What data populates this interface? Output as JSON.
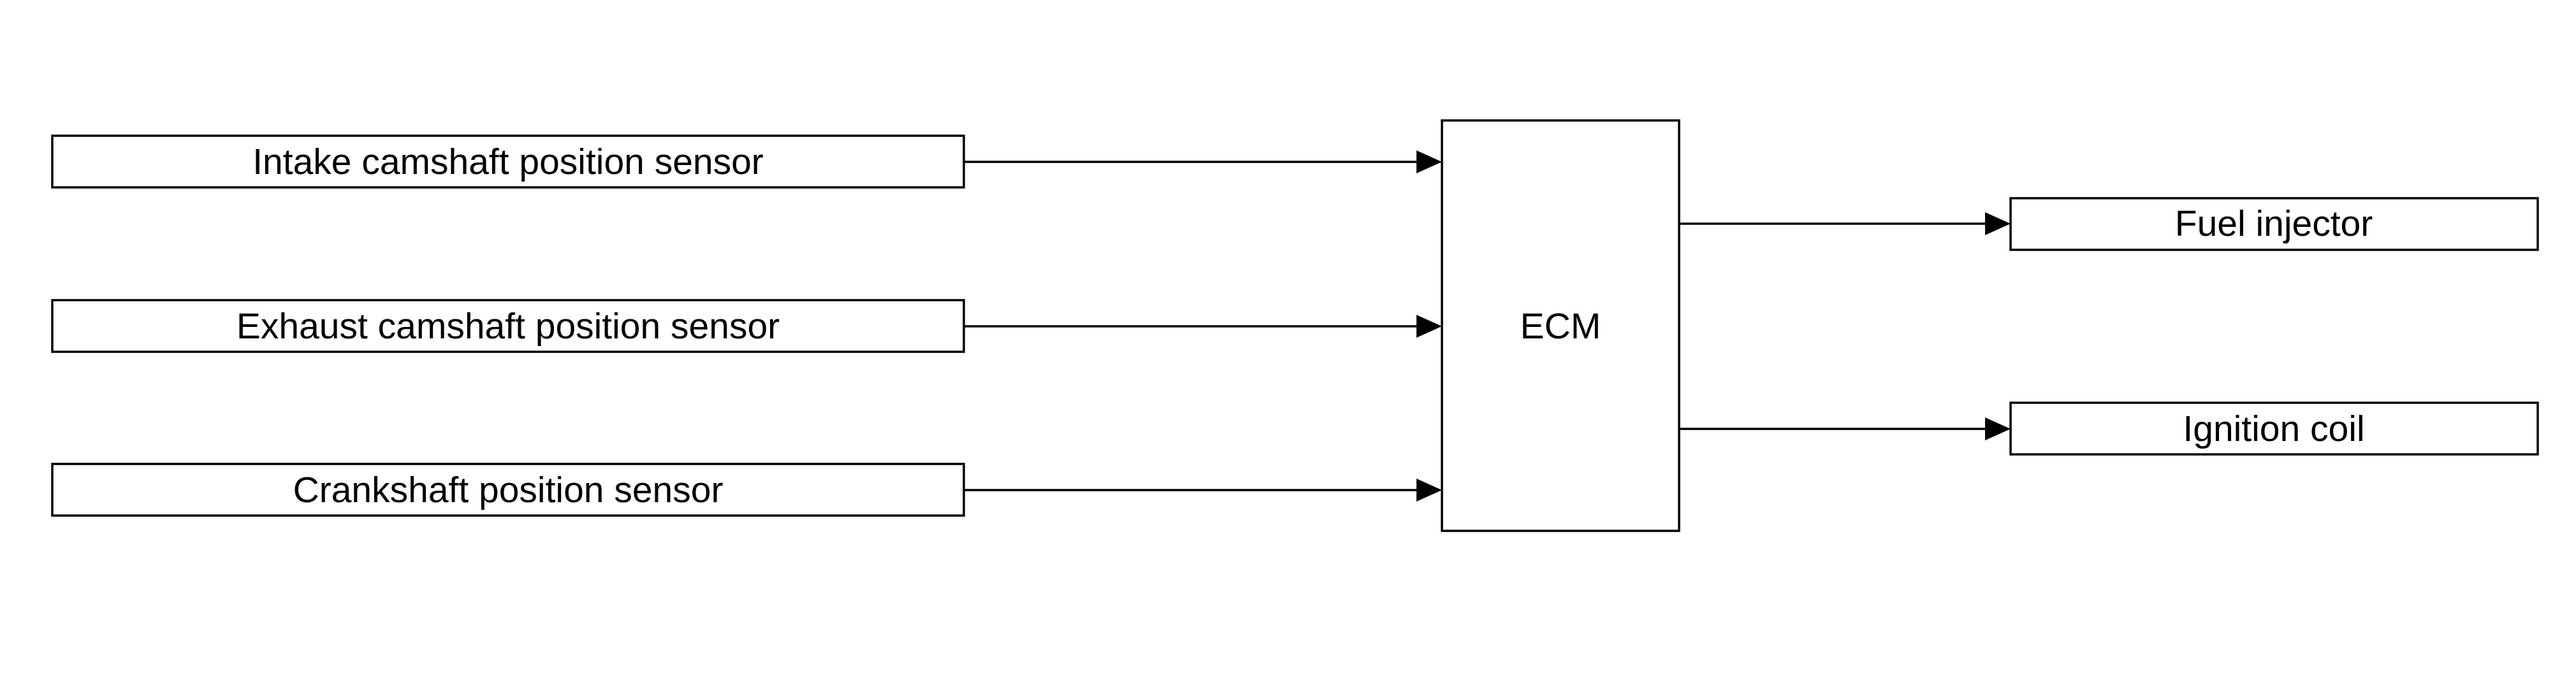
{
  "diagram": {
    "inputs": [
      "Intake camshaft position sensor",
      "Exhaust camshaft position sensor",
      "Crankshaft position sensor"
    ],
    "controller": "ECM",
    "outputs": [
      "Fuel injector",
      "Ignition coil"
    ],
    "colors": {
      "line": "#000000",
      "background": "#ffffff"
    }
  }
}
